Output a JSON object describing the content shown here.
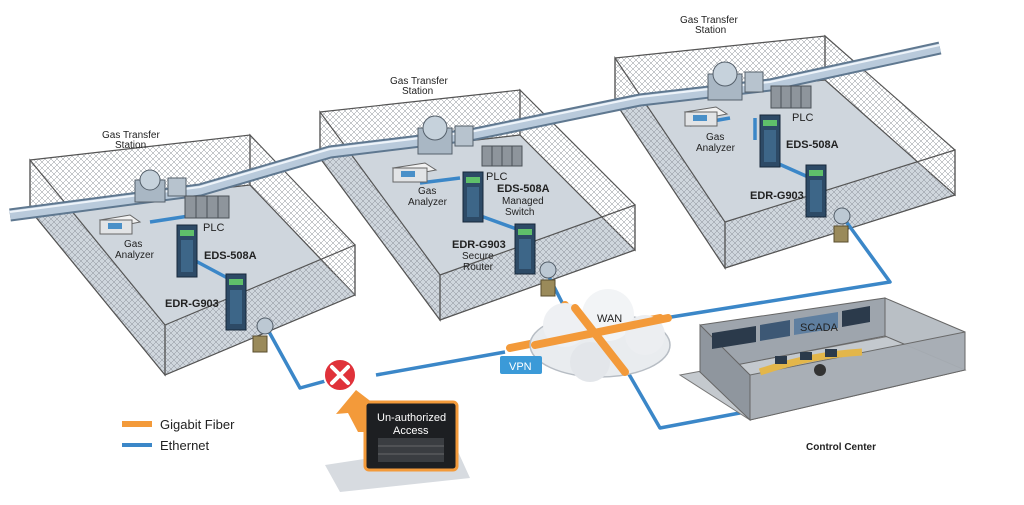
{
  "stations": [
    {
      "title_line1": "Gas Transfer",
      "title_line2": "Station",
      "analyzer_line1": "Gas",
      "analyzer_line2": "Analyzer",
      "plc": "PLC",
      "switch": "EDS-508A",
      "router": "EDR-G903"
    },
    {
      "title_line1": "Gas Transfer",
      "title_line2": "Station",
      "analyzer_line1": "Gas",
      "analyzer_line2": "Analyzer",
      "plc": "PLC",
      "switch": "EDS-508A",
      "switch_sub1": "Managed",
      "switch_sub2": "Switch",
      "router": "EDR-G903",
      "router_sub1": "Secure",
      "router_sub2": "Router"
    },
    {
      "title_line1": "Gas Transfer",
      "title_line2": "Station",
      "analyzer_line1": "Gas",
      "analyzer_line2": "Analyzer",
      "plc": "PLC",
      "switch": "EDS-508A",
      "router": "EDR-G903"
    }
  ],
  "network": {
    "wan": "WAN",
    "vpn": "VPN"
  },
  "control_center": {
    "label": "Control Center",
    "scada": "SCADA"
  },
  "attack": {
    "line1": "Un-authorized",
    "line2": "Access"
  },
  "legend": [
    {
      "label": "Gigabit Fiber",
      "color": "#f39a3a"
    },
    {
      "label": "Ethernet",
      "color": "#3b87c8"
    }
  ]
}
